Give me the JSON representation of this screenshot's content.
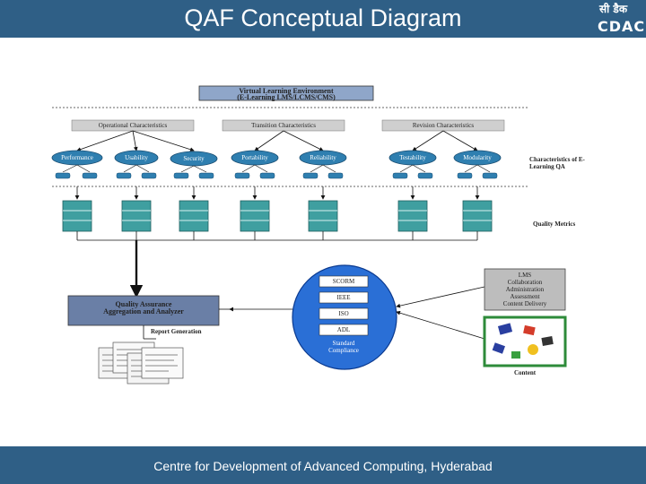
{
  "header": {
    "title": "QAF Conceptual Diagram",
    "logo_top": "सी डैक",
    "logo_bottom": "CDAC"
  },
  "footer": {
    "text": "Centre for Development of Advanced Computing, Hyderabad"
  },
  "diagram": {
    "top_box": {
      "line1": "Virtual Learning Environment",
      "line2": "(E-Learning LMS/LCMS/CMS)"
    },
    "categories": [
      "Operational Characteristics",
      "Transition Characteristics",
      "Revision Characteristics"
    ],
    "characteristics": [
      "Performance",
      "Usability",
      "Security",
      "Portability",
      "Reliability",
      "Testability",
      "Modularity"
    ],
    "side_label_1": "Characteristics of E-Learning QA",
    "side_label_2": "Quality Metrics",
    "qa_box": {
      "line1": "Quality Assurance",
      "line2": "Aggregation and Analyzer"
    },
    "report_label": "Report Generation",
    "standards": [
      "SCORM",
      "IEEE",
      "ISO",
      "ADL"
    ],
    "standard_compliance": "Standard Compliance",
    "lms_box": {
      "line1": "LMS",
      "line2": "Collaboration",
      "line3": "Administration",
      "line4": "Assessment",
      "line5": "Content Delivery"
    },
    "content_label": "Content",
    "colors": {
      "brand_bar": "#2f5f86",
      "node_fill": "#2f7fb0",
      "metric_fill": "#3f9fa0",
      "qa_fill": "#6a7fa6",
      "lms_fill": "#bdbdbd",
      "content_border": "#2e8b3a",
      "circle_fill": "#2a6fd6"
    }
  }
}
